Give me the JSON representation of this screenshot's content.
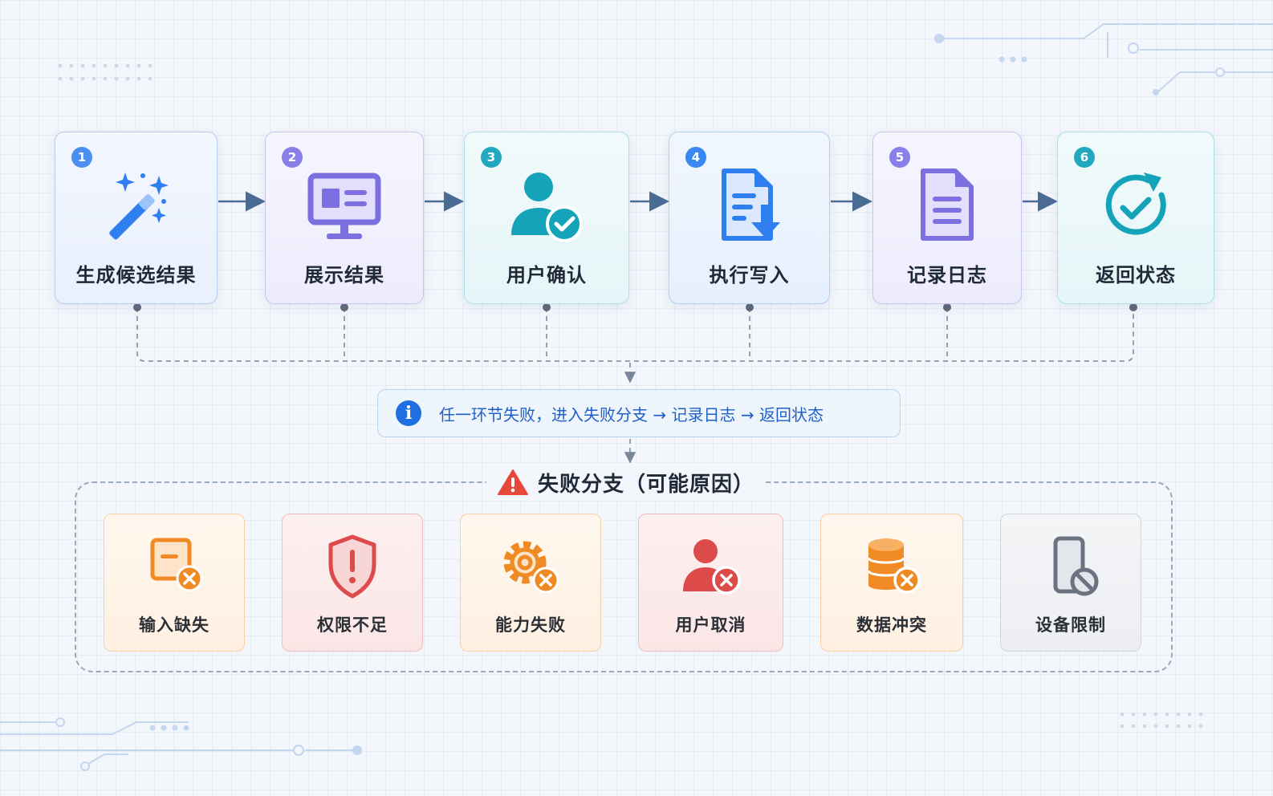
{
  "steps": [
    {
      "number": "1",
      "label": "生成候选结果",
      "icon": "magic-wand-icon",
      "color": "#3b82f6"
    },
    {
      "number": "2",
      "label": "展示结果",
      "icon": "monitor-icon",
      "color": "#7c6fe0"
    },
    {
      "number": "3",
      "label": "用户确认",
      "icon": "user-check-icon",
      "color": "#14a3b8"
    },
    {
      "number": "4",
      "label": "执行写入",
      "icon": "document-download-icon",
      "color": "#2f7ff0"
    },
    {
      "number": "5",
      "label": "记录日志",
      "icon": "document-lines-icon",
      "color": "#7c6fe0"
    },
    {
      "number": "6",
      "label": "返回状态",
      "icon": "refresh-check-icon",
      "color": "#14a3b8"
    }
  ],
  "info": {
    "icon": "info-icon",
    "text": "任一环节失败，进入失败分支 → 记录日志 → 返回状态"
  },
  "failure": {
    "icon": "warning-icon",
    "title": "失败分支（可能原因）",
    "items": [
      {
        "label": "输入缺失",
        "icon": "form-error-icon",
        "color": "#f08a24"
      },
      {
        "label": "权限不足",
        "icon": "shield-alert-icon",
        "color": "#dc4a4a"
      },
      {
        "label": "能力失败",
        "icon": "gear-error-icon",
        "color": "#f08a24"
      },
      {
        "label": "用户取消",
        "icon": "user-cancel-icon",
        "color": "#dc4a4a"
      },
      {
        "label": "数据冲突",
        "icon": "database-error-icon",
        "color": "#f08a24"
      },
      {
        "label": "设备限制",
        "icon": "device-blocked-icon",
        "color": "#6b7280"
      }
    ]
  }
}
